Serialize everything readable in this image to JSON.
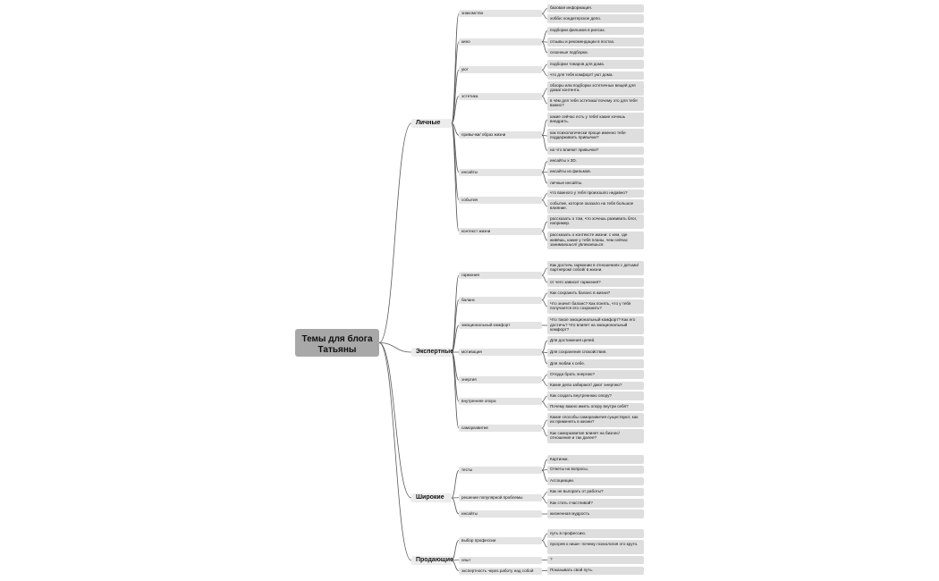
{
  "title": "Темы для блога Татьяны",
  "branches": [
    {
      "label": "Личные",
      "subs": [
        {
          "label": "знакомство",
          "items": [
            "базовая информация.",
            "хобби: кондитерское дело."
          ]
        },
        {
          "label": "кино",
          "items": [
            "подборки фильмов в рилсах.",
            "отзывы и рекомендации в постах.",
            "сезонные подборки."
          ]
        },
        {
          "label": "уют",
          "items": [
            "подборки товаров для дома.",
            "что для тебя комфорт/ уют дома."
          ]
        },
        {
          "label": "эстетика",
          "items": [
            "обзоры или подборки эстетичных вещей для дома/ контента.",
            "в чём для тебя эстетика/ почему это для тебя важно?"
          ]
        },
        {
          "label": "привычки/ образ жизни",
          "items": [
            "какие сейчас есть у тебя/ какие хочешь внедрить.",
            "как психологически проще именно тебе поддерживать привычки?",
            "на что влияют привычки?"
          ]
        },
        {
          "label": "инсайты",
          "items": [
            "инсайты х 3D.",
            "инсайты из фильмов.",
            "личные инсайты."
          ]
        },
        {
          "label": "события",
          "items": [
            "что важного у тебя произошло недавно?",
            "событие, которое оказало на тебя большое влияние."
          ]
        },
        {
          "label": "контекст жизни",
          "items": [
            "рассказать о том, что хочешь развивать блог, например.",
            "рассказать о контексте жизни: с кем, где живёшь, какие у тебя планы, чем сейчас занимаешься/ увлекаешься."
          ]
        }
      ]
    },
    {
      "label": "Экспертные",
      "subs": [
        {
          "label": "гармония",
          "items": [
            "Как достичь гармонии в отношениях с детьми/ партнёром/ собой/ в жизни.",
            "от чего зависит гармония?"
          ]
        },
        {
          "label": "баланс",
          "items": [
            "Как сохранить баланс в жизни?",
            "Что значит баланс? Как понять, что у тебя получается его сохранить?"
          ]
        },
        {
          "label": "эмоциональный комфорт",
          "items": [
            "Что такое эмоциональный комфорт? Как его достичь? Что влияет на эмоциональный комфорт?"
          ]
        },
        {
          "label": "мотивация",
          "items": [
            "Для достижения целей.",
            "Для сохранения спокойствия.",
            "Для любви к себе."
          ]
        },
        {
          "label": "энергия",
          "items": [
            "Откуда брать энергию?",
            "Какие дела забирают/ дают энергию?"
          ]
        },
        {
          "label": "внутренняя опора",
          "items": [
            "Как создать внутреннюю опору?",
            "Почему важно иметь опору внутри себя?"
          ]
        },
        {
          "label": "саморазвитие",
          "items": [
            "Какие способы саморазвития существуют, как их применять в жизни?",
            "Как саморазвитие влияет на бизнес/ отношения и так далее?"
          ]
        }
      ]
    },
    {
      "label": "Широкие",
      "subs": [
        {
          "label": "тесты",
          "items": [
            "Картинки.",
            "Ответы на вопросы.",
            "Ассоциации."
          ]
        },
        {
          "label": "решение популярной проблемы",
          "items": [
            "Как не выгорать от работы?",
            "Как стать счастливой?"
          ]
        },
        {
          "label": "инсайты",
          "items": [
            "жизненная мудрость"
          ]
        }
      ]
    },
    {
      "label": "Продающие",
      "subs": [
        {
          "label": "выбор профессии",
          "items": [
            "путь в профессию.",
            "прогрев к нише- почему психология это круто."
          ]
        },
        {
          "label": "опыт",
          "items": [
            "?"
          ]
        },
        {
          "label": "экспертность через работу над собой",
          "items": [
            "Показывать свой путь."
          ]
        }
      ]
    }
  ]
}
